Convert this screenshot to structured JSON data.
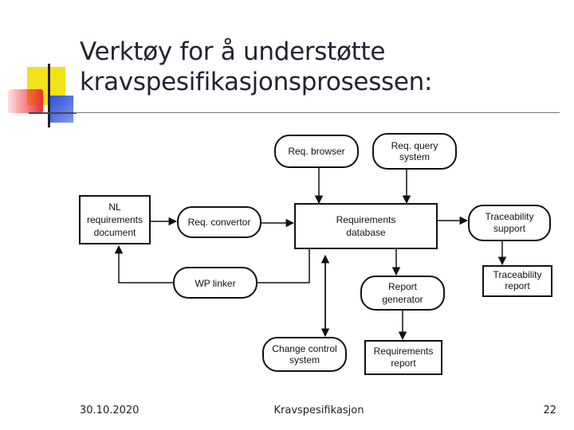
{
  "slide": {
    "title_line1": "Verktøy for å understøtte",
    "title_line2": "kravspesifikasjonsprosessen:"
  },
  "diagram": {
    "nodes": {
      "req_browser": "Req. browser",
      "req_query": [
        "Req. query",
        "system"
      ],
      "nl_doc": [
        "NL",
        "requirements",
        "document"
      ],
      "req_convertor": "Req. convertor",
      "req_database": [
        "Requirements",
        "database"
      ],
      "traceability_support": [
        "Traceability",
        "support"
      ],
      "wp_linker": "WP linker",
      "traceability_report": [
        "Traceability",
        "report"
      ],
      "report_generator": [
        "Report",
        "generator"
      ],
      "change_control": [
        "Change control",
        "system"
      ],
      "requirements_report": [
        "Requirements",
        "report"
      ]
    }
  },
  "footer": {
    "date": "30.10.2020",
    "center": "Kravspesifikasjon",
    "page": "22"
  },
  "colors": {
    "deco_yellow": "#f2e21c",
    "deco_red": "#ee2e33",
    "deco_blue": "#2b4fd6",
    "rule": "#777777"
  }
}
